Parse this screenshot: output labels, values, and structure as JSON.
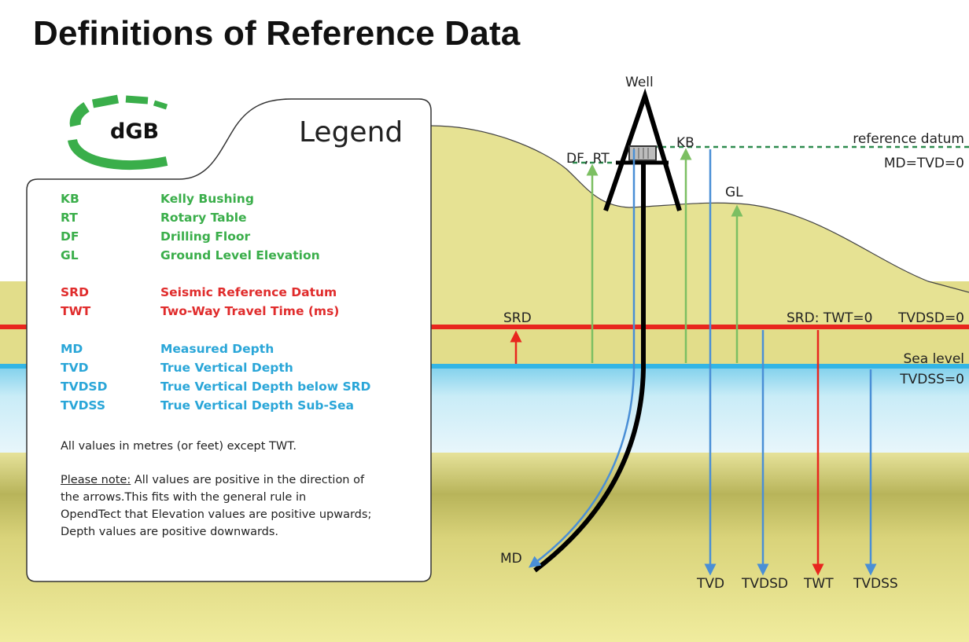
{
  "title": "Definitions of Reference Data",
  "logo": {
    "text": "dGB",
    "color": "#3aae4a"
  },
  "legend": {
    "title": "Legend",
    "groups": [
      [
        {
          "abbr": "KB",
          "desc": "Kelly Bushing",
          "color": "#3aae4a"
        },
        {
          "abbr": "RT",
          "desc": "Rotary Table",
          "color": "#3aae4a"
        },
        {
          "abbr": "DF",
          "desc": "Drilling Floor",
          "color": "#3aae4a"
        },
        {
          "abbr": "GL",
          "desc": "Ground Level Elevation",
          "color": "#3aae4a"
        }
      ],
      [
        {
          "abbr": "SRD",
          "desc": "Seismic Reference Datum",
          "color": "#e02c2c"
        },
        {
          "abbr": "TWT",
          "desc": "Two-Way Travel Time (ms)",
          "color": "#e02c2c"
        }
      ],
      [
        {
          "abbr": "MD",
          "desc": "Measured Depth",
          "color": "#2aa6d8"
        },
        {
          "abbr": "TVD",
          "desc": "True Vertical Depth",
          "color": "#2aa6d8"
        },
        {
          "abbr": "TVDSD",
          "desc": "True Vertical Depth below SRD",
          "color": "#2aa6d8"
        },
        {
          "abbr": "TVDSS",
          "desc": "True Vertical Depth Sub-Sea",
          "color": "#2aa6d8"
        }
      ]
    ],
    "units_note": "All values in metres (or feet) except TWT.",
    "please_note_label": "Please note:",
    "please_note_lines": [
      " All values are positive in the direction of",
      "the arrows.This fits with the general rule in",
      "OpendTect that Elevation values are positive upwards;",
      "Depth values are positive downwards."
    ]
  },
  "diagram": {
    "labels": {
      "well": "Well",
      "df_rt": "DF, RT",
      "kb": "KB",
      "gl": "GL",
      "reference_datum": "reference datum",
      "md_tvd_zero": "MD=TVD=0",
      "srd": "SRD",
      "srd_twt_zero": "SRD: TWT=0",
      "tvdsd_zero": "TVDSD=0",
      "sea_level": "Sea level",
      "tvdss_zero": "TVDSS=0",
      "md": "MD",
      "tvd": "TVD",
      "tvdsd": "TVDSD",
      "twt": "TWT",
      "tvdss": "TVDSS"
    },
    "colors": {
      "elevation_arrow": "#7cbf62",
      "depth_arrow": "#4a8fd6",
      "srd_line": "#e8261e",
      "sea_line": "#33b5e5",
      "reference_datum_line": "#2e8b4f",
      "land": "#e3df8c",
      "water": "#a8def1",
      "well": "#000000"
    }
  }
}
